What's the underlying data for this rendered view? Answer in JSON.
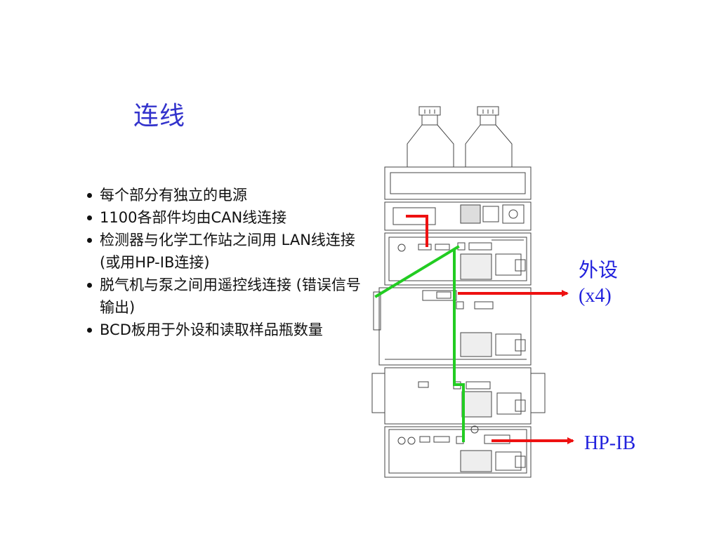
{
  "slide": {
    "title": "连线",
    "bullets": [
      "每个部分有独立的电源",
      "1100各部件均由CAN线连接",
      "检测器与化学工作站之间用 LAN线连接 (或用HP-IB连接)",
      "脱气机与泵之间用遥控线连接 (错误信号输出)",
      "BCD板用于外设和读取样品瓶数量"
    ],
    "annotations": {
      "peripheral_label": "外设",
      "peripheral_count": "(x4)",
      "hpib_label": "HP-IB"
    }
  },
  "colors": {
    "title": "#3333cc",
    "annotation": "#2222dd",
    "can_cable": "#22cc22",
    "signal_cable": "#ee1111"
  }
}
